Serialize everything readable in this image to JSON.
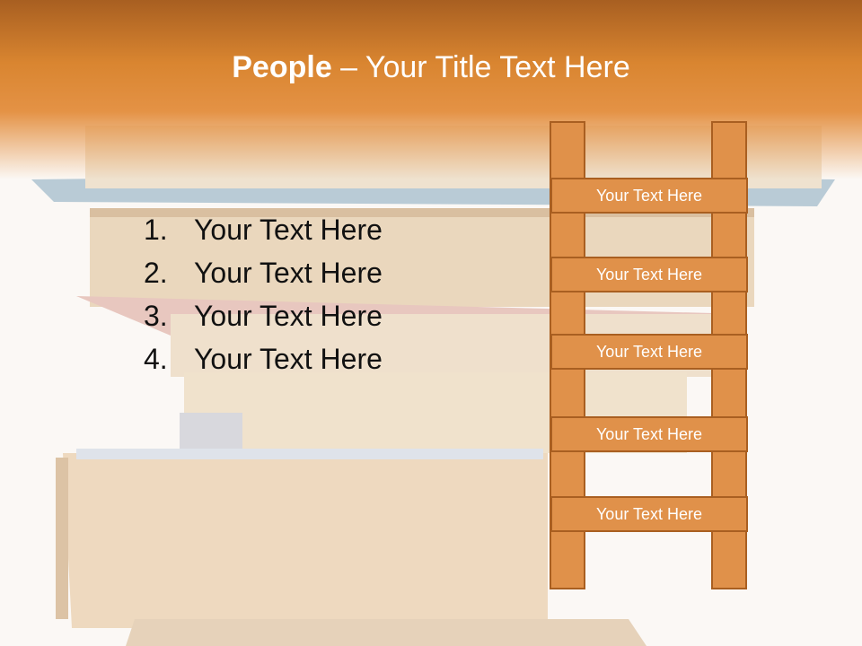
{
  "title": {
    "bold": "People",
    "rest": " – Your Title Text Here"
  },
  "list": [
    {
      "num": "1.",
      "text": "Your Text Here"
    },
    {
      "num": "2.",
      "text": "Your Text Here"
    },
    {
      "num": "3.",
      "text": "Your Text Here"
    },
    {
      "num": "4.",
      "text": "Your Text Here"
    }
  ],
  "ladder": {
    "rungs": [
      "Your Text Here",
      "Your Text Here",
      "Your Text Here",
      "Your Text Here",
      "Your Text Here"
    ]
  },
  "colors": {
    "accent": "#e0914a",
    "accent_dark": "#a95f21",
    "header_top": "#a85f21"
  }
}
